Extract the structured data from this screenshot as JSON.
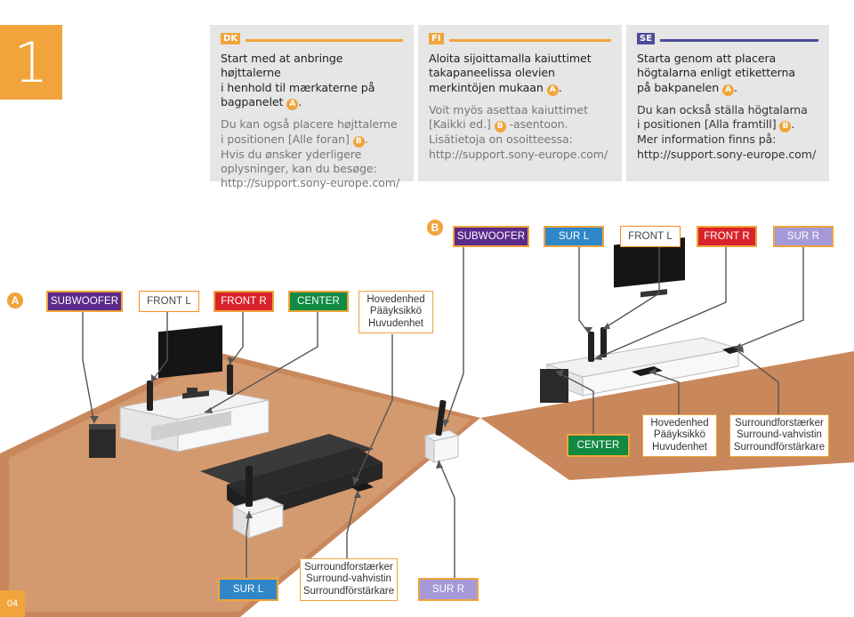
{
  "step": {
    "number": "1"
  },
  "panels": [
    {
      "lang": "DK",
      "color": "#f0a43b",
      "text_bold": [
        "Start med at anbringe højttalerne",
        "i henhold til mærkaterne på",
        "bagpanelet",
        "."
      ],
      "text_light": [
        "Du kan også placere højttalerne",
        "i positionen [Alle foran]",
        ".",
        "Hvis du ønsker yderligere",
        "oplysninger, kan du besøge:",
        "http://support.sony-europe.com/"
      ]
    },
    {
      "lang": "FI",
      "color": "#f0a43b",
      "text_bold": [
        "Aloita sijoittamalla kaiuttimet",
        "takapaneelissa olevien",
        "merkintöjen mukaan",
        "."
      ],
      "text_light": [
        "Voit myös asettaa kaiuttimet",
        "[Kaikki ed.]",
        "-asentoon.",
        "Lisätietoja on osoitteessa:",
        "http://support.sony-europe.com/"
      ]
    },
    {
      "lang": "SE",
      "color": "#4c4c9a",
      "text_bold": [
        "Starta genom att placera",
        "högtalarna enligt etiketterna",
        "på bakpanelen",
        "."
      ],
      "text_light": [
        "Du kan också ställa högtalarna",
        "i positionen [Alla framtill]",
        ".",
        "Mer information finns på:",
        "http://support.sony-europe.com/"
      ]
    }
  ],
  "markers": {
    "a": "A",
    "b": "B"
  },
  "row_b": {
    "marker": "B",
    "labels": [
      "SUBWOOFER",
      "SUR L",
      "FRONT L",
      "FRONT R",
      "SUR R"
    ]
  },
  "row_a": {
    "marker": "A",
    "labels": [
      "SUBWOOFER",
      "FRONT L",
      "FRONT R",
      "CENTER"
    ],
    "main_unit": [
      "Hovedenhed",
      "Pääyksikkö",
      "Huvudenhet"
    ]
  },
  "callouts": {
    "center": "CENTER",
    "main_unit": [
      "Hovedenhed",
      "Pääyksikkö",
      "Huvudenhet"
    ],
    "surround_amp_right": [
      "Surroundforstærker",
      "Surround-vahvistin",
      "Surroundförstärkare"
    ],
    "sur_l": "SUR L",
    "surround_amp_bottom": [
      "Surroundforstærker",
      "Surround-vahvistin",
      "Surroundförstärkare"
    ],
    "sur_r": "SUR R"
  },
  "page": {
    "number": "04"
  },
  "colors": {
    "accent": "#f0a43b",
    "subwoofer": "#5b2a8a",
    "sur_l": "#2f87c8",
    "front_r": "#d9232a",
    "sur_r": "#a59ad7",
    "center": "#108a42"
  }
}
